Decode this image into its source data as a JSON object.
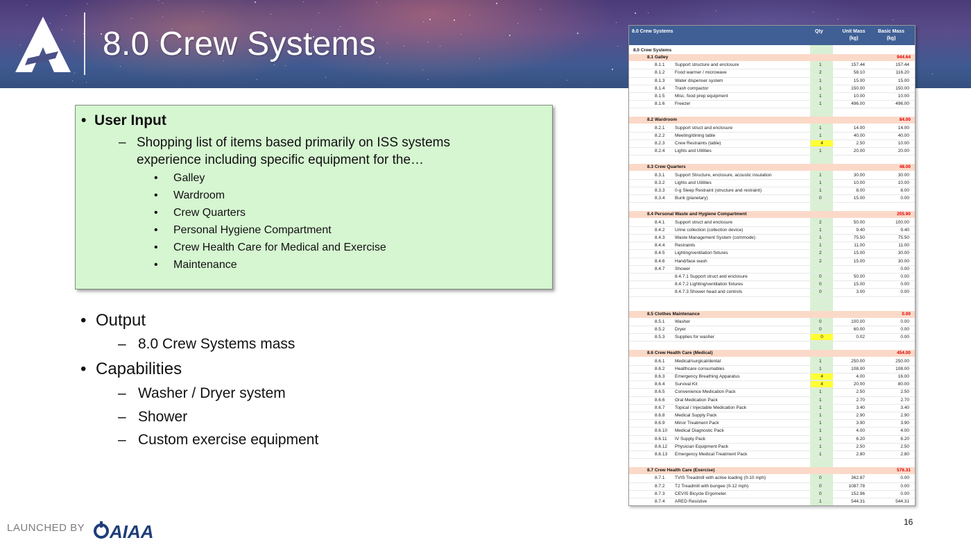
{
  "slide": {
    "title": "8.0 Crew Systems",
    "page_number": "16"
  },
  "input_box": {
    "heading": "User Input",
    "sub_item": "Shopping list of items based primarily on ISS systems experience including specific equipment for the…",
    "items": [
      "Galley",
      "Wardroom",
      "Crew Quarters",
      "Personal Hygiene Compartment",
      "Crew Health Care for Medical and Exercise",
      "Maintenance"
    ]
  },
  "output": {
    "heading": "Output",
    "items": [
      "8.0 Crew Systems mass"
    ]
  },
  "capabilities": {
    "heading": "Capabilities",
    "items": [
      "Washer / Dryer system",
      "Shower",
      "Custom exercise equipment"
    ]
  },
  "spreadsheet": {
    "columns": [
      "8.0 Crew Systems",
      "Qty",
      "Unit Mass (kg)",
      "Basic Mass (kg)"
    ],
    "root_label": "8.0 Crew Systems",
    "sections": [
      {
        "name": "8.1 Galley",
        "total": "944.64",
        "rows": [
          [
            "8.1.1",
            "Support structure and enclosure",
            "1",
            "157.44",
            "157.44"
          ],
          [
            "8.1.2",
            "Food warmer / microwave",
            "2",
            "58.10",
            "116.20"
          ],
          [
            "8.1.3",
            "Water dispenser system",
            "1",
            "15.00",
            "15.00"
          ],
          [
            "8.1.4",
            "Trash compactor",
            "1",
            "150.00",
            "150.00"
          ],
          [
            "8.1.5",
            "Misc. food prep equipment",
            "1",
            "10.00",
            "10.00"
          ],
          [
            "8.1.6",
            "Freezer",
            "1",
            "496.00",
            "496.00"
          ]
        ]
      },
      {
        "name": "8.2 Wardroom",
        "total": "84.00",
        "rows": [
          [
            "8.2.1",
            "Support struct and enclosure",
            "1",
            "14.00",
            "14.00"
          ],
          [
            "8.2.2",
            "Meeting/dining table",
            "1",
            "40.00",
            "40.00"
          ],
          [
            "8.2.3",
            "Crew Restraints (table)",
            "4",
            "2.50",
            "10.00"
          ],
          [
            "8.2.4",
            "Lights and Utilities",
            "1",
            "20.00",
            "20.00"
          ]
        ]
      },
      {
        "name": "8.3 Crew Quarters",
        "total": "48.00",
        "rows": [
          [
            "8.3.1",
            "Support Structure, enclosure, acoustic insulation",
            "1",
            "30.00",
            "30.00"
          ],
          [
            "8.3.2",
            "Lights and Utilities",
            "1",
            "10.00",
            "10.00"
          ],
          [
            "8.3.3",
            "0-g Sleep Restraint (structure and restraint)",
            "1",
            "8.00",
            "8.00"
          ],
          [
            "8.3.4",
            "Bunk (planetary)",
            "0",
            "15.00",
            "0.00"
          ]
        ]
      },
      {
        "name": "8.4 Personal Waste and Hygiene Compartment",
        "total": "255.90",
        "rows": [
          [
            "8.4.1",
            "Support struct and enclosure",
            "2",
            "50.00",
            "100.00"
          ],
          [
            "8.4.2",
            "Urine collection (collection device)",
            "1",
            "9.40",
            "9.40"
          ],
          [
            "8.4.3",
            "Waste Management System (commode)",
            "1",
            "75.50",
            "75.50"
          ],
          [
            "8.4.4",
            "Restraints",
            "1",
            "11.00",
            "11.00"
          ],
          [
            "8.4.5",
            "Lighting/ventilation fixtures",
            "2",
            "15.00",
            "30.00"
          ],
          [
            "8.4.6",
            "Hand/face wash",
            "2",
            "15.00",
            "30.00"
          ],
          [
            "8.4.7",
            "Shower",
            "",
            "",
            "0.00"
          ],
          [
            "",
            "8.4.7.1  Support struct and enclosure",
            "0",
            "50.00",
            "0.00"
          ],
          [
            "",
            "8.4.7.2  Lighting/ventilation fixtures",
            "0",
            "15.00",
            "0.00"
          ],
          [
            "",
            "8.4.7.3  Shower head and controls",
            "0",
            "3.00",
            "0.00"
          ]
        ]
      },
      {
        "name": "8.5 Clothes Maintenance",
        "total": "0.00",
        "rows": [
          [
            "8.5.1",
            "Washer",
            "0",
            "100.00",
            "0.00"
          ],
          [
            "8.5.2",
            "Dryer",
            "0",
            "60.00",
            "0.00"
          ],
          [
            "8.5.3",
            "Supplies for washer",
            "0",
            "0.02",
            "0.00"
          ]
        ]
      },
      {
        "name": "8.6 Crew Health Care (Medical)",
        "total": "454.00",
        "rows": [
          [
            "8.6.1",
            "Medical/surgical/dental",
            "1",
            "250.00",
            "250.00"
          ],
          [
            "8.6.2",
            "Healthcare consumables",
            "1",
            "108.00",
            "108.00"
          ],
          [
            "8.6.3",
            "Emergency Breathing Apparatus",
            "4",
            "4.00",
            "16.00"
          ],
          [
            "8.6.4",
            "Survival Kit",
            "4",
            "20.00",
            "80.00"
          ],
          [
            "8.6.5",
            "Convenience Medication Pack",
            "1",
            "2.50",
            "2.50"
          ],
          [
            "8.6.6",
            "Oral Medication Pack",
            "1",
            "2.70",
            "2.70"
          ],
          [
            "8.6.7",
            "Topical / Injectable Medication Pack",
            "1",
            "3.40",
            "3.40"
          ],
          [
            "8.6.8",
            "Medical Supply Pack",
            "1",
            "2.90",
            "2.90"
          ],
          [
            "8.6.9",
            "Minor Treatment Pack",
            "1",
            "3.90",
            "3.90"
          ],
          [
            "8.6.10",
            "Medical Diagnostic Pack",
            "1",
            "4.00",
            "4.00"
          ],
          [
            "8.6.11",
            "IV Supply Pack",
            "1",
            "6.20",
            "6.20"
          ],
          [
            "8.6.12",
            "Physician Equipment Pack",
            "1",
            "2.50",
            "2.50"
          ],
          [
            "8.6.13",
            "Emergency Medical Treatment Pack",
            "1",
            "2.80",
            "2.80"
          ]
        ]
      },
      {
        "name": "8.7 Crew Health Care (Exercise)",
        "total": "576.31",
        "rows": [
          [
            "8.7.1",
            "TVIS Treadmill with active loading (0-10 mph)",
            "0",
            "362.87",
            "0.00"
          ],
          [
            "8.7.2",
            "T2 Treadmill with bungee (0-12 mph)",
            "0",
            "1087.78",
            "0.00"
          ],
          [
            "8.7.3",
            "CEVIS Bicycle Ergometer",
            "0",
            "152.96",
            "0.00"
          ],
          [
            "8.7.4",
            "ARED Resistive",
            "1",
            "544.31",
            "544.31"
          ]
        ]
      }
    ]
  },
  "footer": {
    "launched_by": "LAUNCHED BY",
    "logo_text": "AIAA"
  },
  "colors": {
    "input_box_bg": "#d6f5d1",
    "sheet_header": "#3f5f95",
    "section_row": "#fbd9c8",
    "total_red": "#dd0000",
    "qty_column": "#d9f0d4",
    "qty_highlight": "#ffff33",
    "aiaa_blue": "#1f3d7a"
  },
  "icons": {
    "logo": "stylized-a-mark-icon",
    "aiaa": "aiaa-logo-icon"
  }
}
